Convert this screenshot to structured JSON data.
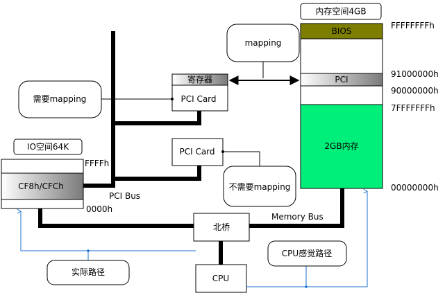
{
  "memory": {
    "title": "内存空间4GB",
    "bios": "BIOS",
    "pci": "PCI",
    "ram": "2GB内存",
    "addr_top": "FFFFFFFFh",
    "addr_pci_top": "91000000h",
    "addr_pci_bottom": "90000000h",
    "addr_ram_top": "7FFFFFFFh",
    "addr_zero": "00000000h",
    "colors": {
      "bios": "#7d7d00",
      "ram": "#00ee7a"
    }
  },
  "io": {
    "title": "IO空间64K",
    "port": "CF8h/CFCh",
    "addr_top": "FFFFh",
    "addr_zero": "0000h"
  },
  "pci_card_1": {
    "header": "寄存器",
    "label": "PCI Card"
  },
  "pci_card_2": {
    "label": "PCI Card"
  },
  "callouts": {
    "mapping": "mapping",
    "needs_mapping": "需要mapping",
    "no_mapping": "不需要mapping",
    "actual_path": "实际路径",
    "cpu_path": "CPU感觉路径"
  },
  "labels": {
    "pci_bus": "PCI Bus",
    "memory_bus": "Memory Bus",
    "northbridge": "北桥",
    "cpu": "CPU"
  }
}
